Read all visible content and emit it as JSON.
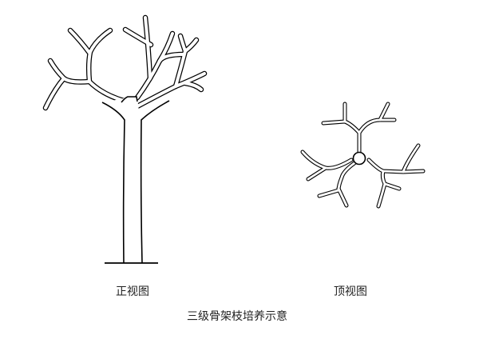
{
  "figure": {
    "front_view_label": "正视图",
    "top_view_label": "顶视图",
    "caption": "三级骨架枝培养示意"
  },
  "colors": {
    "line": "#000000",
    "fill": "#ffffff"
  }
}
